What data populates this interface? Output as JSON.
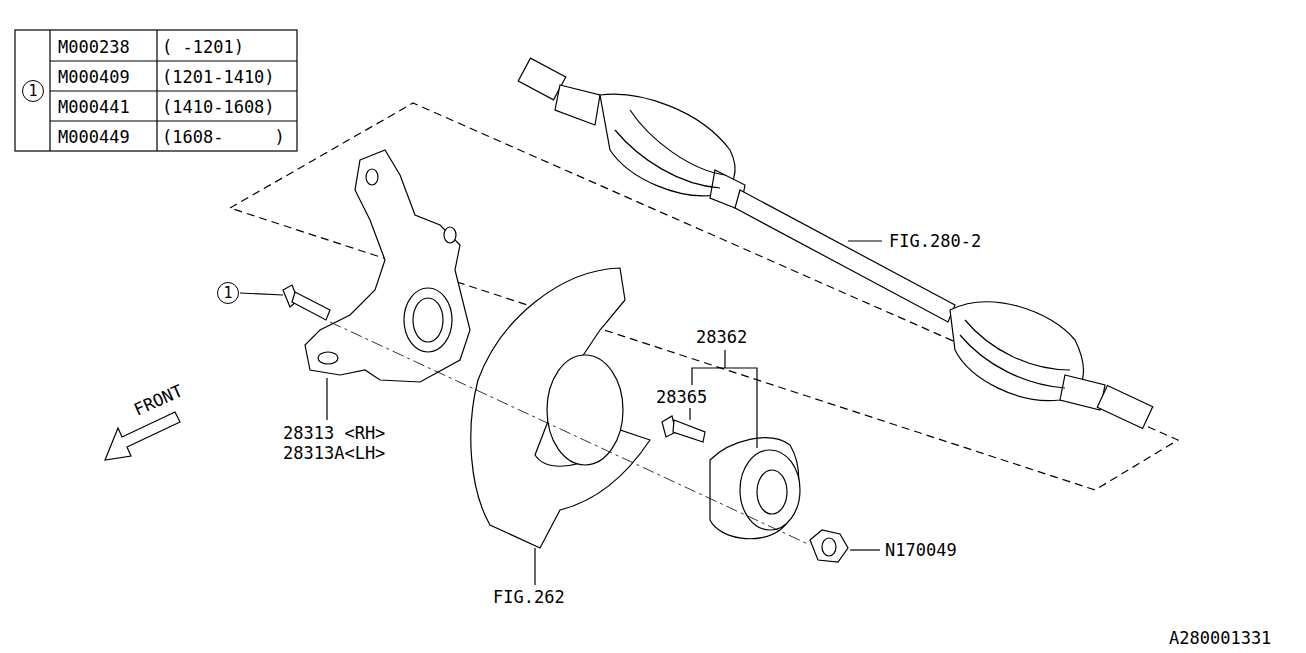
{
  "diagram": {
    "nodes": [
      {
        "text": [
          "1"
        ]
      },
      {
        "text": [
          "1"
        ]
      }
    ],
    "labels": [
      "M000238",
      "( -1201)",
      "M000409",
      "(1201-1410)",
      "M000441",
      "(1410-1608)",
      "M000449",
      "(1608-     )",
      "FIG.280-2",
      "28362",
      "28365",
      "28313 <RH>",
      "28313A<LH>",
      "FRONT",
      "FIG.262",
      "N170049",
      "A280001331"
    ]
  }
}
